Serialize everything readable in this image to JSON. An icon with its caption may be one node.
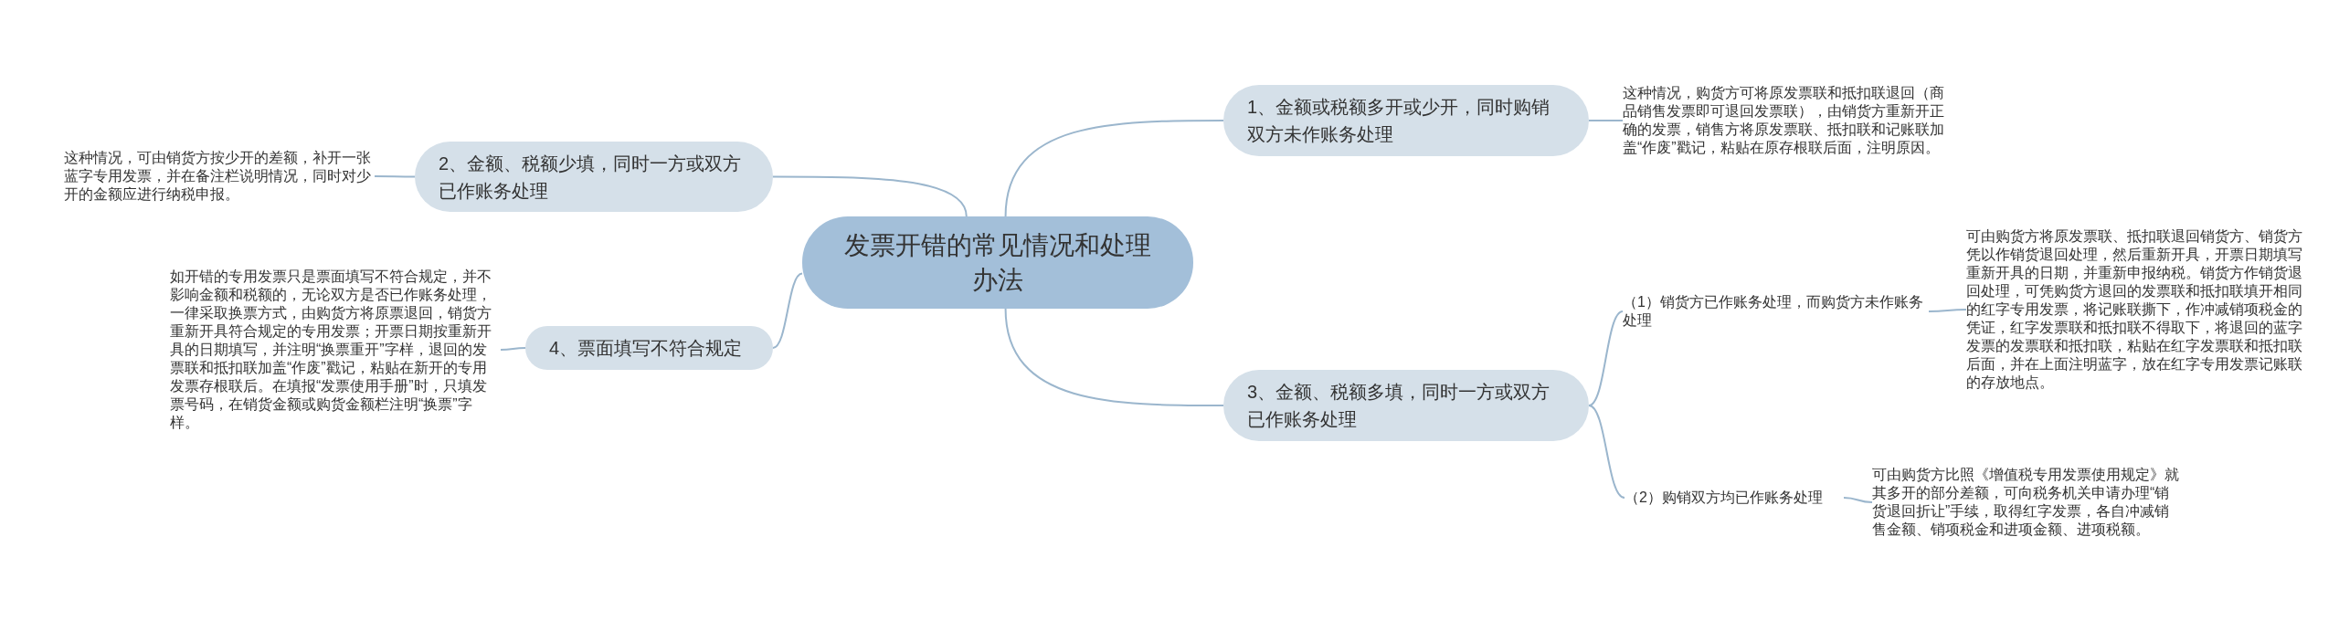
{
  "diagram": {
    "nodes": [
      {
        "text": [
          "发票开错的常见情况和处理办法"
        ]
      },
      {
        "text": [
          "1、金额或税额多开或少开，同时购销双方未作账务处理"
        ]
      },
      {
        "text": [
          "这种情况，购货方可将原发票联和抵扣联退回（商品销售发票即可退回发票联），由销货方重新开正确的发票，销售方将原发票联、抵扣联和记账联加盖“作废”戳记，粘贴在原存根联后面，注明原因。"
        ]
      },
      {
        "text": [
          "2、金额、税额少填，同时一方或双方已作账务处理"
        ]
      },
      {
        "text": [
          "这种情况，可由销货方按少开的差额，补开一张蓝字专用发票，并在备注栏说明情况，同时对少开的金额应进行纳税申报。"
        ]
      },
      {
        "text": [
          "4、票面填写不符合规定"
        ]
      },
      {
        "text": [
          "如开错的专用发票只是票面填写不符合规定，并不影响金额和税额的，无论双方是否已作账务处理，一律采取换票方式，由购货方将原票退回，销货方重新开具符合规定的专用发票；开票日期按重新开具的日期填写，并注明“换票重开”字样，退回的发票联和抵扣联加盖“作废”戳记，粘贴在新开的专用发票存根联后。在填报“发票使用手册”时，只填发票号码，在销货金额或购货金额栏注明“换票”字样。"
        ]
      },
      {
        "text": [
          "3、金额、税额多填，同时一方或双方已作账务处理"
        ]
      },
      {
        "text": [
          "（1）销货方已作账务处理，而购货方未作账务处理"
        ]
      },
      {
        "text": [
          "可由购货方将原发票联、抵扣联退回销货方、销货方凭以作销货退回处理，然后重新开具，开票日期填写重新开具的日期，并重新申报纳税。销货方作销货退回处理，可凭购货方退回的发票联和抵扣联填开相同的红字专用发票，将记账联撕下，作冲减销项税金的凭证，红字发票联和抵扣联不得取下，将退回的蓝字发票的发票联和抵扣联，粘贴在红字发票联和抵扣联后面，并在上面注明蓝字，放在红字专用发票记账联的存放地点。"
        ]
      },
      {
        "text": [
          "（2）购销双方均已作账务处理"
        ]
      },
      {
        "text": [
          "可由购货方比照《增值税专用发票使用规定》就其多开的部分差额，可向税务机关申请办理“销货退回折让”手续，取得红字发票，各自冲减销售金额、销项税金和进项金额、进项税额。"
        ]
      }
    ],
    "edges": [
      {
        "from": 0,
        "to": 1,
        "arrow": "none"
      },
      {
        "from": 1,
        "to": 2,
        "arrow": "none"
      },
      {
        "from": 0,
        "to": 3,
        "arrow": "none"
      },
      {
        "from": 3,
        "to": 4,
        "arrow": "none"
      },
      {
        "from": 0,
        "to": 5,
        "arrow": "none"
      },
      {
        "from": 5,
        "to": 6,
        "arrow": "none"
      },
      {
        "from": 0,
        "to": 7,
        "arrow": "none"
      },
      {
        "from": 7,
        "to": 8,
        "arrow": "none"
      },
      {
        "from": 8,
        "to": 9,
        "arrow": "none"
      },
      {
        "from": 7,
        "to": 10,
        "arrow": "none"
      },
      {
        "from": 10,
        "to": 11,
        "arrow": "none"
      }
    ]
  }
}
